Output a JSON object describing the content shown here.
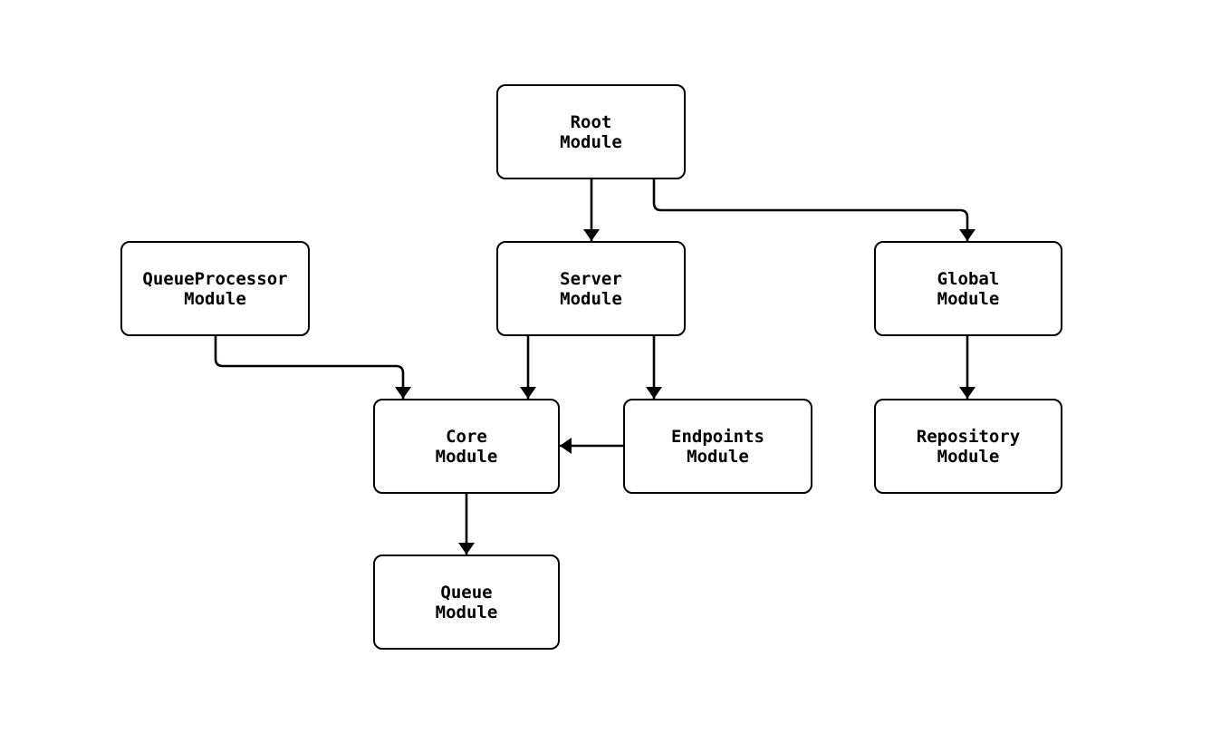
{
  "diagram": {
    "nodes": {
      "root": {
        "label": "Root\nModule"
      },
      "queueprocessor": {
        "label": "QueueProcessor\nModule"
      },
      "server": {
        "label": "Server\nModule"
      },
      "global": {
        "label": "Global\nModule"
      },
      "core": {
        "label": "Core\nModule"
      },
      "endpoints": {
        "label": "Endpoints\nModule"
      },
      "repository": {
        "label": "Repository\nModule"
      },
      "queue": {
        "label": "Queue\nModule"
      }
    },
    "edges": [
      {
        "from": "Root Module",
        "to": "Server Module"
      },
      {
        "from": "Root Module",
        "to": "Global Module"
      },
      {
        "from": "QueueProcessor Module",
        "to": "Core Module"
      },
      {
        "from": "Server Module",
        "to": "Core Module"
      },
      {
        "from": "Server Module",
        "to": "Endpoints Module"
      },
      {
        "from": "Endpoints Module",
        "to": "Core Module"
      },
      {
        "from": "Global Module",
        "to": "Repository Module"
      },
      {
        "from": "Core Module",
        "to": "Queue Module"
      }
    ],
    "colors": {
      "stroke": "#000000",
      "node_fill": "#ffffff",
      "background": "#ffffff",
      "text": "#000000"
    }
  }
}
